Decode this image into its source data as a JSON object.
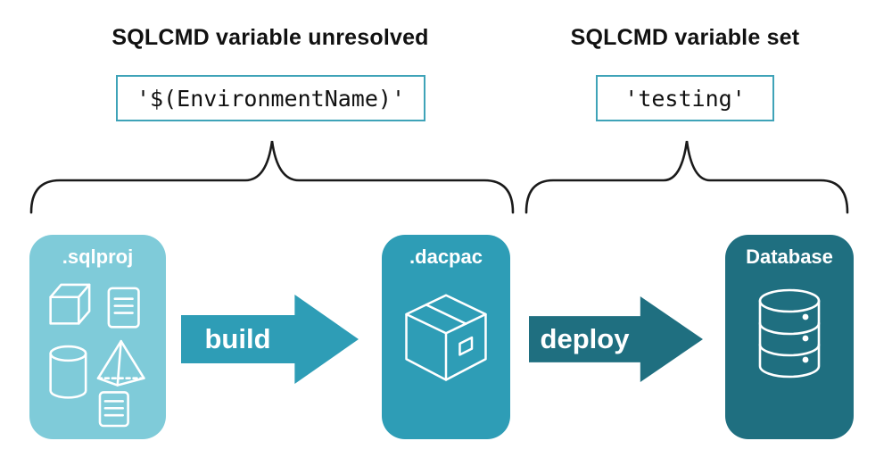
{
  "annotations": {
    "left": {
      "heading": "SQLCMD variable unresolved",
      "code": "'$(EnvironmentName)'"
    },
    "right": {
      "heading": "SQLCMD variable set",
      "code": "'testing'"
    }
  },
  "pipeline": {
    "sqlproj_label": ".sqlproj",
    "build_label": "build",
    "dacpac_label": ".dacpac",
    "deploy_label": "deploy",
    "database_label": "Database"
  },
  "icons": {
    "sqlproj": "sql-objects-icon (cube, scroll, pyramid, cylinder)",
    "dacpac": "package-box-icon",
    "database": "database-cylinder-icon"
  },
  "colors": {
    "light_teal": "#7FCBD9",
    "mid_teal": "#2E9DB6",
    "dark_teal": "#1F6F80",
    "code_border": "#3FA3B8",
    "text_black": "#111111"
  }
}
